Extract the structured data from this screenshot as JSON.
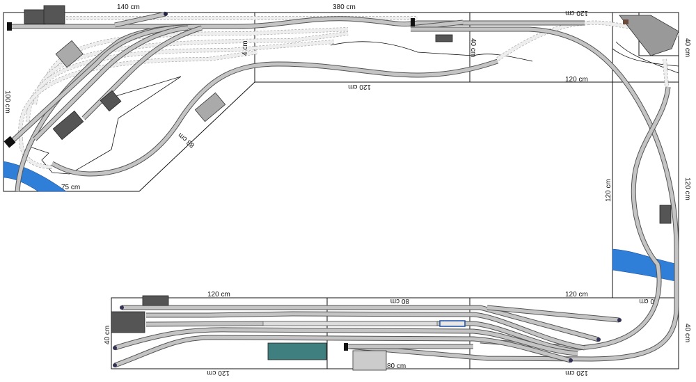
{
  "plan": {
    "title": "Model railway track plan",
    "colors": {
      "track": "#c4c4c4",
      "track_edge": "#555555",
      "hidden_track": "#eeeeee",
      "water": "#2f7fd8",
      "building": "#555555",
      "station": "#3f7f7f"
    },
    "dimensions": {
      "top_left_width": "140 cm",
      "top_total_width": "380 cm",
      "top_right_flipped": "120 cm",
      "top_mid_depth": "40 cm",
      "top_right_depth": "40 cm",
      "top_right_inner": "120 cm",
      "top_mid_flipped": "120 cm",
      "left_depth": "100 cm",
      "diagonal": "88 cm",
      "left_bottom": "75 cm",
      "top_small": "4 cm",
      "right_inner_length": "120 cm",
      "right_outer_length": "120 cm",
      "bottom_left_top": "120 cm",
      "bottom_mid_top_flipped": "80 cm",
      "bottom_right_top": "120 cm",
      "bottom_right_partial_flipped": "0 cm",
      "bottom_left_depth": "40 cm",
      "bottom_right_depth": "40 cm",
      "bottom_left_bottom_flipped": "120 cm",
      "bottom_mid_bottom": "80 cm",
      "bottom_right_bottom_flipped": "120 cm"
    }
  }
}
